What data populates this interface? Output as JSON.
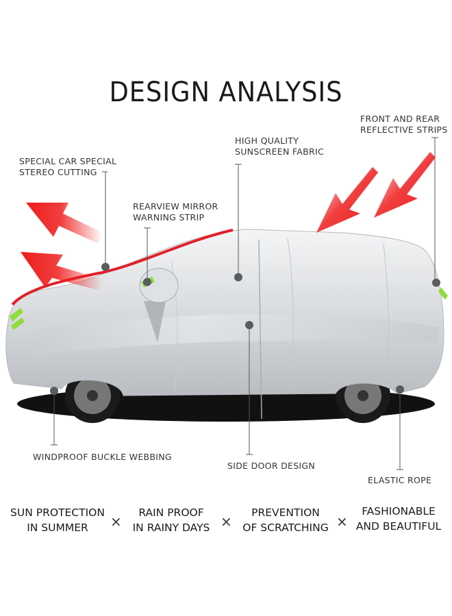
{
  "title": "DESIGN ANALYSIS",
  "callouts": {
    "stereo_cutting": "SPECIAL CAR SPECIAL\nSTEREO CUTTING",
    "mirror_strip": "REARVIEW MIRROR\nWARNING STRIP",
    "sunscreen": "HIGH QUALITY\nSUNSCREEN FABRIC",
    "reflective": "FRONT AND REAR\nREFLECTIVE STRIPS",
    "buckle": "WINDPROOF BUCKLE WEBBING",
    "side_door": "SIDE DOOR DESIGN",
    "elastic": "ELASTIC ROPE"
  },
  "features": [
    {
      "text": "SUN PROTECTION\nIN SUMMER"
    },
    {
      "text": "RAIN PROOF\nIN RAINY DAYS"
    },
    {
      "text": "PREVENTION\nOF SCRATCHING"
    },
    {
      "text": "FASHIONABLE\nAND BEAUTIFUL"
    }
  ],
  "separator": "×",
  "colors": {
    "arrow_red": "#ee1c1c",
    "cover_silver": "#d9dcdf",
    "reflective_green": "#8fdc3a",
    "text": "#222222"
  }
}
